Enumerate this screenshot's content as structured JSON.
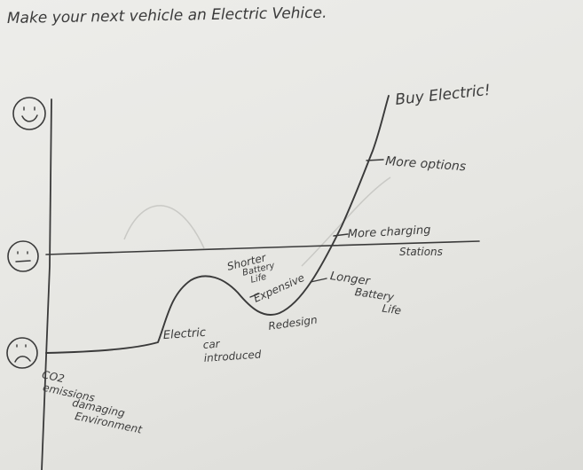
{
  "heading": "Make your next vehicle an Electric Vehice.",
  "faces": {
    "happy": "happy-face-icon",
    "neutral": "neutral-face-icon",
    "sad": "sad-face-icon"
  },
  "labels": {
    "co2": [
      "CO2",
      "emissions",
      "damaging",
      "Environment"
    ],
    "electric_car": [
      "Electric",
      "car",
      "introduced"
    ],
    "shorter_life": [
      "Shorter",
      "Battery",
      "Life"
    ],
    "expensive": "Expensive",
    "redesign": "Redesign",
    "longer_battery": [
      "Longer",
      "Battery",
      "Life"
    ],
    "more_charging": [
      "More charging",
      "Stations"
    ],
    "more_options": "More options",
    "buy_electric": "Buy Electric!"
  },
  "colors": {
    "ink": "#3a3a3a",
    "paper": "#e9e9e6"
  }
}
